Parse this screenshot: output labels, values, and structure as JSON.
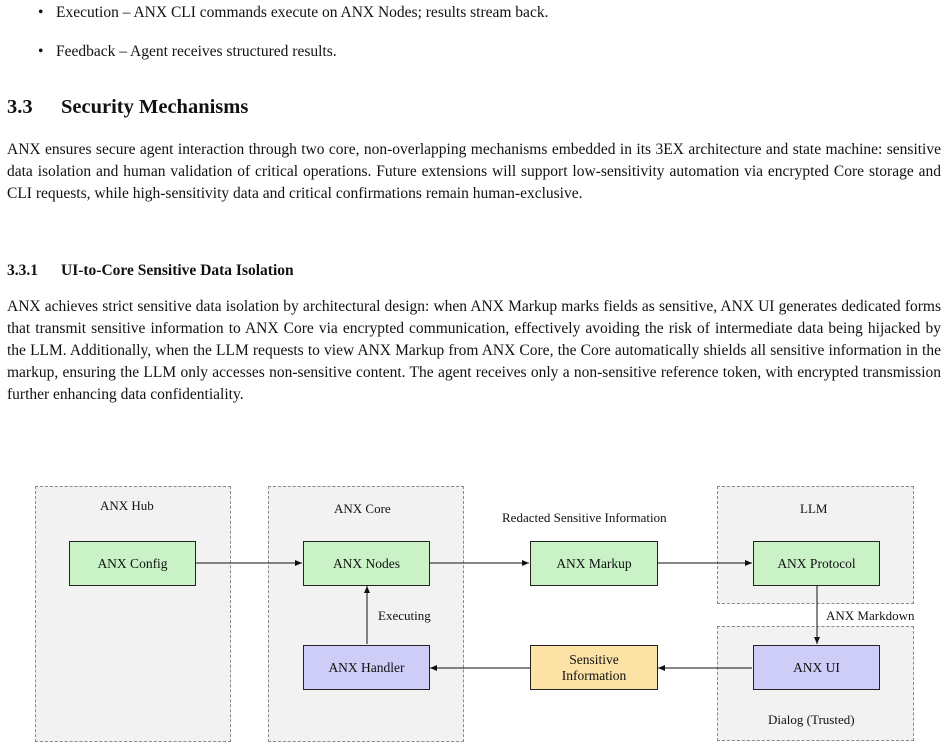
{
  "bullets": [
    "Execution – ANX CLI commands execute on ANX Nodes; results stream back.",
    "Feedback – Agent receives structured results."
  ],
  "section": {
    "number": "3.3",
    "title": "Security Mechanisms",
    "paragraph": "ANX ensures secure agent interaction through two core, non-overlapping mechanisms embedded in its 3EX architecture and state machine: sensitive data isolation and human validation of critical operations. Future extensions will support low-sensitivity automation via encrypted Core storage and CLI requests, while high-sensitivity data and critical confirmations remain human-exclusive."
  },
  "subsection": {
    "number": "3.3.1",
    "title": "UI-to-Core Sensitive Data Isolation",
    "paragraph": "ANX achieves strict sensitive data isolation by architectural design: when ANX Markup marks fields as sensitive, ANX UI generates dedicated forms that transmit sensitive information to ANX Core via encrypted communication, effectively avoiding the risk of intermediate data being hijacked by the LLM. Additionally, when the LLM requests to view ANX Markup from ANX Core, the Core automatically shields all sensitive information in the markup, ensuring the LLM only accesses non-sensitive content. The agent receives only a non-sensitive reference token, with encrypted transmission further enhancing data confidentiality."
  },
  "diagram": {
    "regions": {
      "hub": "ANX Hub",
      "core": "ANX Core",
      "llm": "LLM",
      "dialog": "Dialog (Trusted)"
    },
    "nodes": {
      "config": "ANX Config",
      "nodes": "ANX Nodes",
      "handler": "ANX Handler",
      "markup": "ANX Markup",
      "protocol": "ANX Protocol",
      "ui": "ANX UI",
      "sensitive": "Sensitive Information"
    },
    "edge_labels": {
      "redacted": "Redacted Sensitive Information",
      "executing": "Executing",
      "markdown": "ANX Markdown"
    },
    "colors": {
      "node_green": "#c9f3c6",
      "node_purple": "#cdcdf8",
      "node_yellow": "#fde2a6",
      "region_fill": "#f2f2f2"
    }
  }
}
